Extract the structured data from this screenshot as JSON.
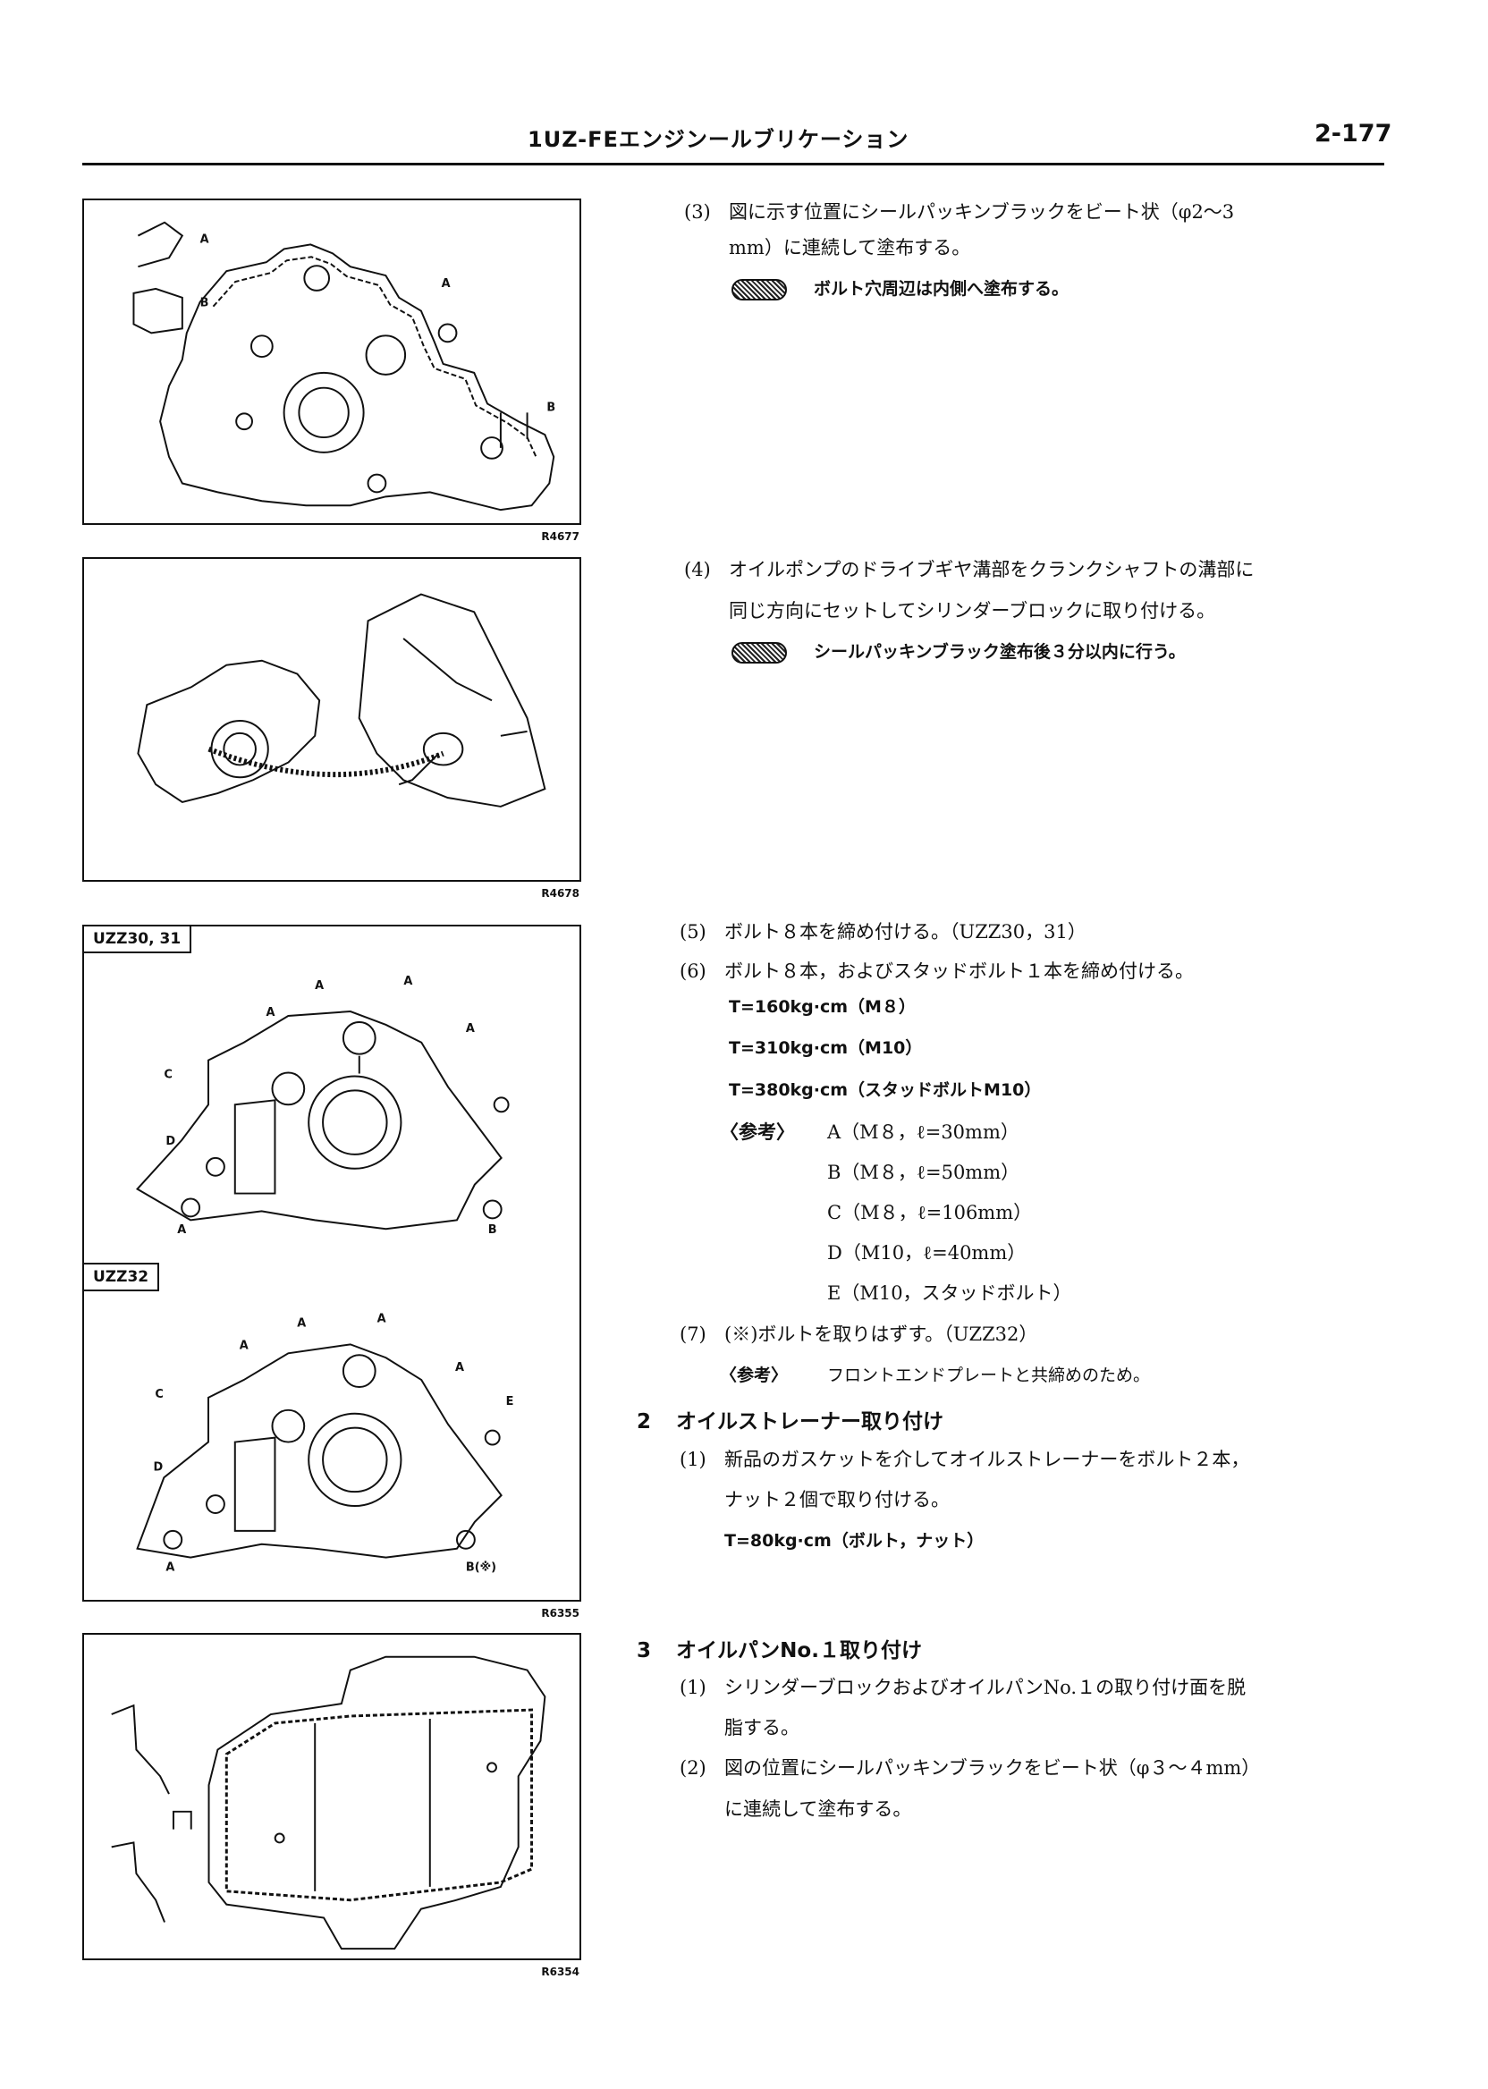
{
  "header": {
    "title": "1UZ-FEエンジンールブリケーション",
    "page_number": "2-177"
  },
  "figures": {
    "fig1": {
      "code": "R4677",
      "labels": [
        "A",
        "B",
        "A",
        "B"
      ]
    },
    "fig2": {
      "code": "R4678"
    },
    "fig3": {
      "code": "R6355",
      "variant_top": "UZZ30, 31",
      "variant_bottom": "UZZ32",
      "labels_top": [
        "A",
        "A",
        "A",
        "A",
        "C",
        "D",
        "A",
        "B"
      ],
      "labels_bottom": [
        "A",
        "A",
        "A",
        "A",
        "C",
        "E",
        "D",
        "A",
        "B(※)"
      ]
    },
    "fig4": {
      "code": "R6354"
    }
  },
  "steps": {
    "s3_num": "(3)",
    "s3_line1": "図に示す位置にシールパッキンブラックをビート状（φ2～3",
    "s3_line2": "mm）に連続して塗布する。",
    "s3_note": "ボルト穴周辺は内側へ塗布する。",
    "s4_num": "(4)",
    "s4_line1": "オイルポンプのドライブギヤ溝部をクランクシャフトの溝部に",
    "s4_line2": "同じ方向にセットしてシリンダーブロックに取り付ける。",
    "s4_note": "シールパッキンブラック塗布後３分以内に行う。",
    "s5_num": "(5)",
    "s5_line": "ボルト８本を締め付ける。（UZZ30，31）",
    "s6_num": "(6)",
    "s6_line": "ボルト８本，およびスタッドボルト１本を締め付ける。",
    "torque1": "T=160kg·cm（M８）",
    "torque2": "T=310kg·cm（M10）",
    "torque3": "T=380kg·cm（スタッドボルトM10）",
    "ref_label": "〈参考〉",
    "ref_a": "A（M８，ℓ=30mm）",
    "ref_b": "B（M８，ℓ=50mm）",
    "ref_c": "C（M８，ℓ=106mm）",
    "ref_d": "D（M10，ℓ=40mm）",
    "ref_e": "E（M10，スタッドボルト）",
    "s7_num": "(7)",
    "s7_line": "(※)ボルトを取りはずす。（UZZ32）",
    "s7_ref_label": "〈参考〉",
    "s7_ref": "フロントエンドプレートと共締めのため。"
  },
  "section2": {
    "number": "2",
    "title": "オイルストレーナー取り付け",
    "s1_num": "(1)",
    "s1_line1": "新品のガスケットを介してオイルストレーナーをボルト２本，",
    "s1_line2": "ナット２個で取り付ける。",
    "torque": "T=80kg·cm（ボルト，ナット）"
  },
  "section3": {
    "number": "3",
    "title": "オイルパンNo.１取り付け",
    "s1_num": "(1)",
    "s1_line1": "シリンダーブロックおよびオイルパンNo.１の取り付け面を脱",
    "s1_line2": "脂する。",
    "s2_num": "(2)",
    "s2_line1": "図の位置にシールパッキンブラックをビート状（φ３～４mm）",
    "s2_line2": "に連続して塗布する。"
  }
}
